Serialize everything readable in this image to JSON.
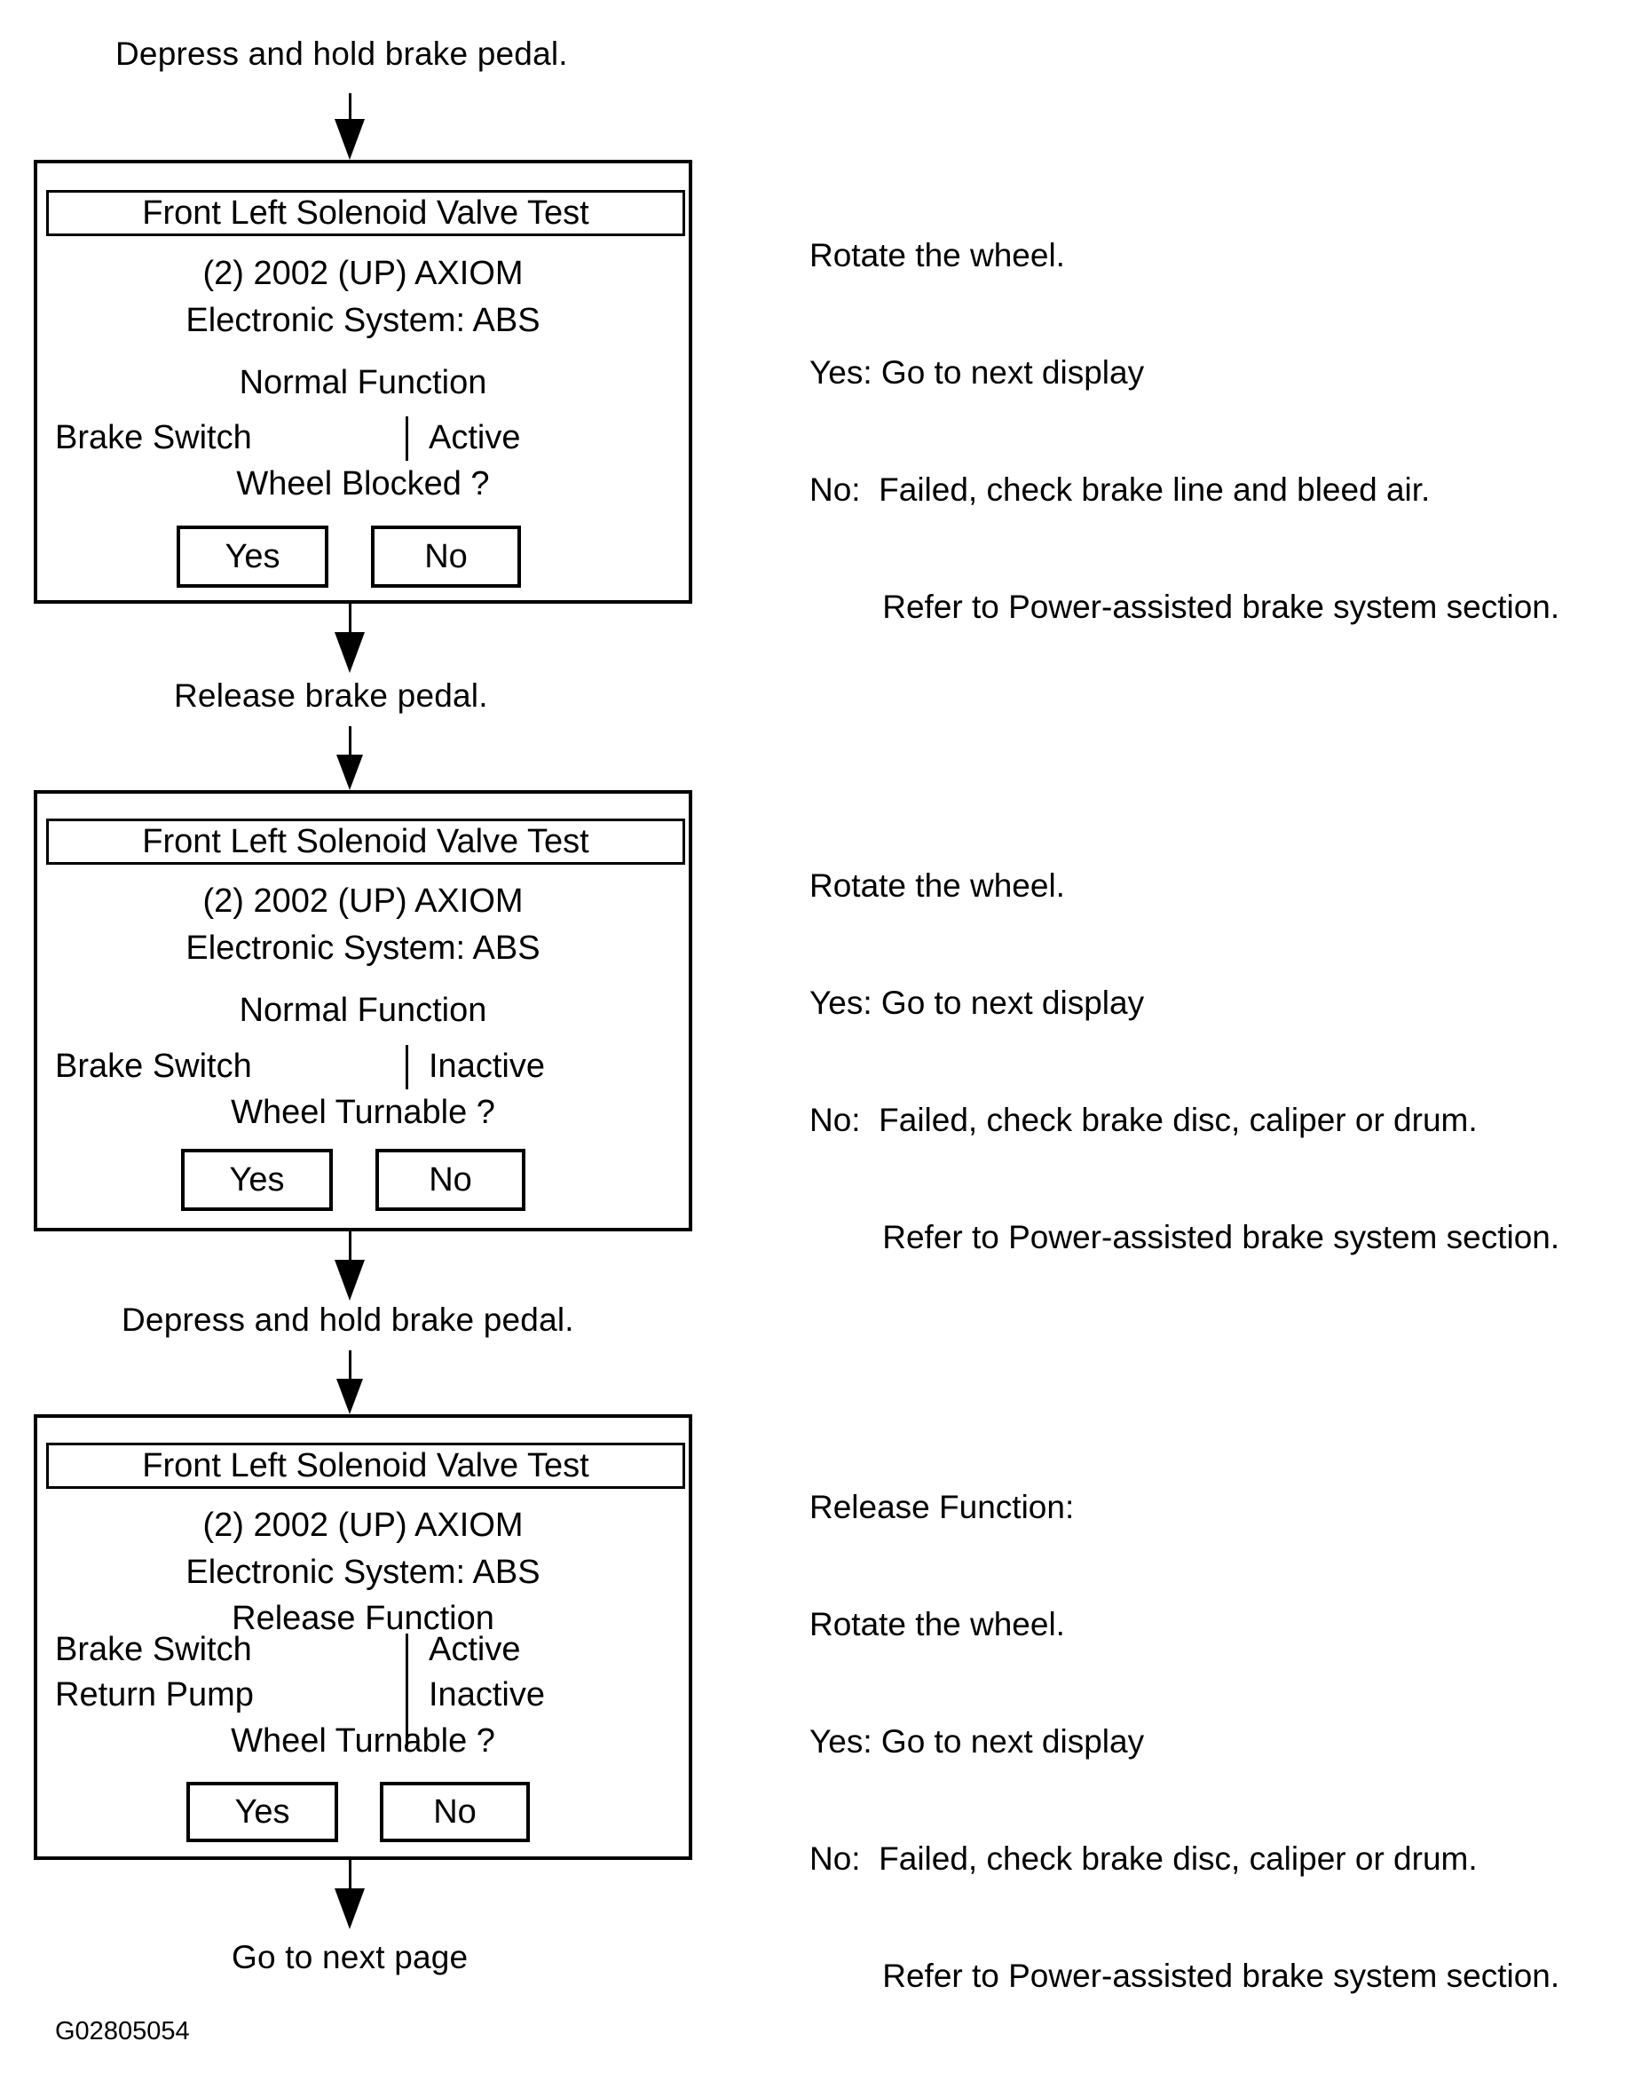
{
  "figure": {
    "id_label": "G02805054",
    "top_caption": "Depress and hold brake pedal.",
    "between_1_2_caption": "Release brake pedal.",
    "between_2_3_caption": "Depress and hold brake pedal.",
    "bottom_caption": "Go to next page"
  },
  "panels": [
    {
      "title": "Front Left Solenoid Valve Test",
      "vehicle": "(2) 2002  (UP) AXIOM",
      "system": "Electronic System: ABS",
      "function": "Normal Function",
      "rows": [
        {
          "label": "Brake Switch",
          "value": "Active"
        }
      ],
      "question": "Wheel Blocked ?",
      "yes_label": "Yes",
      "no_label": "No"
    },
    {
      "title": "Front Left Solenoid Valve Test",
      "vehicle": "(2) 2002  (UP) AXIOM",
      "system": "Electronic System: ABS",
      "function": "Normal Function",
      "rows": [
        {
          "label": "Brake Switch",
          "value": "Inactive"
        }
      ],
      "question": "Wheel Turnable ?",
      "yes_label": "Yes",
      "no_label": "No"
    },
    {
      "title": "Front Left Solenoid Valve Test",
      "vehicle": "(2) 2002  (UP) AXIOM",
      "system": "Electronic System: ABS",
      "function": "Release Function",
      "rows": [
        {
          "label": "Brake Switch",
          "value": "Active"
        },
        {
          "label": "Return Pump",
          "value": "Inactive"
        }
      ],
      "question": "Wheel Turnable ?",
      "yes_label": "Yes",
      "no_label": "No"
    }
  ],
  "notes": [
    {
      "line1": "Rotate the wheel.",
      "line2": "Yes: Go to next display",
      "line3": "No:  Failed, check brake line and bleed air.",
      "line4": "        Refer to Power-assisted brake system section."
    },
    {
      "line1": "Rotate the wheel.",
      "line2": "Yes: Go to next display",
      "line3": "No:  Failed, check brake disc, caliper or drum.",
      "line4": "        Refer to Power-assisted brake system section."
    },
    {
      "line0": "Release Function:",
      "line1": "Rotate the wheel.",
      "line2": "Yes: Go to next display",
      "line3": "No:  Failed, check brake disc, caliper or drum.",
      "line4": "        Refer to Power-assisted brake system section."
    }
  ]
}
